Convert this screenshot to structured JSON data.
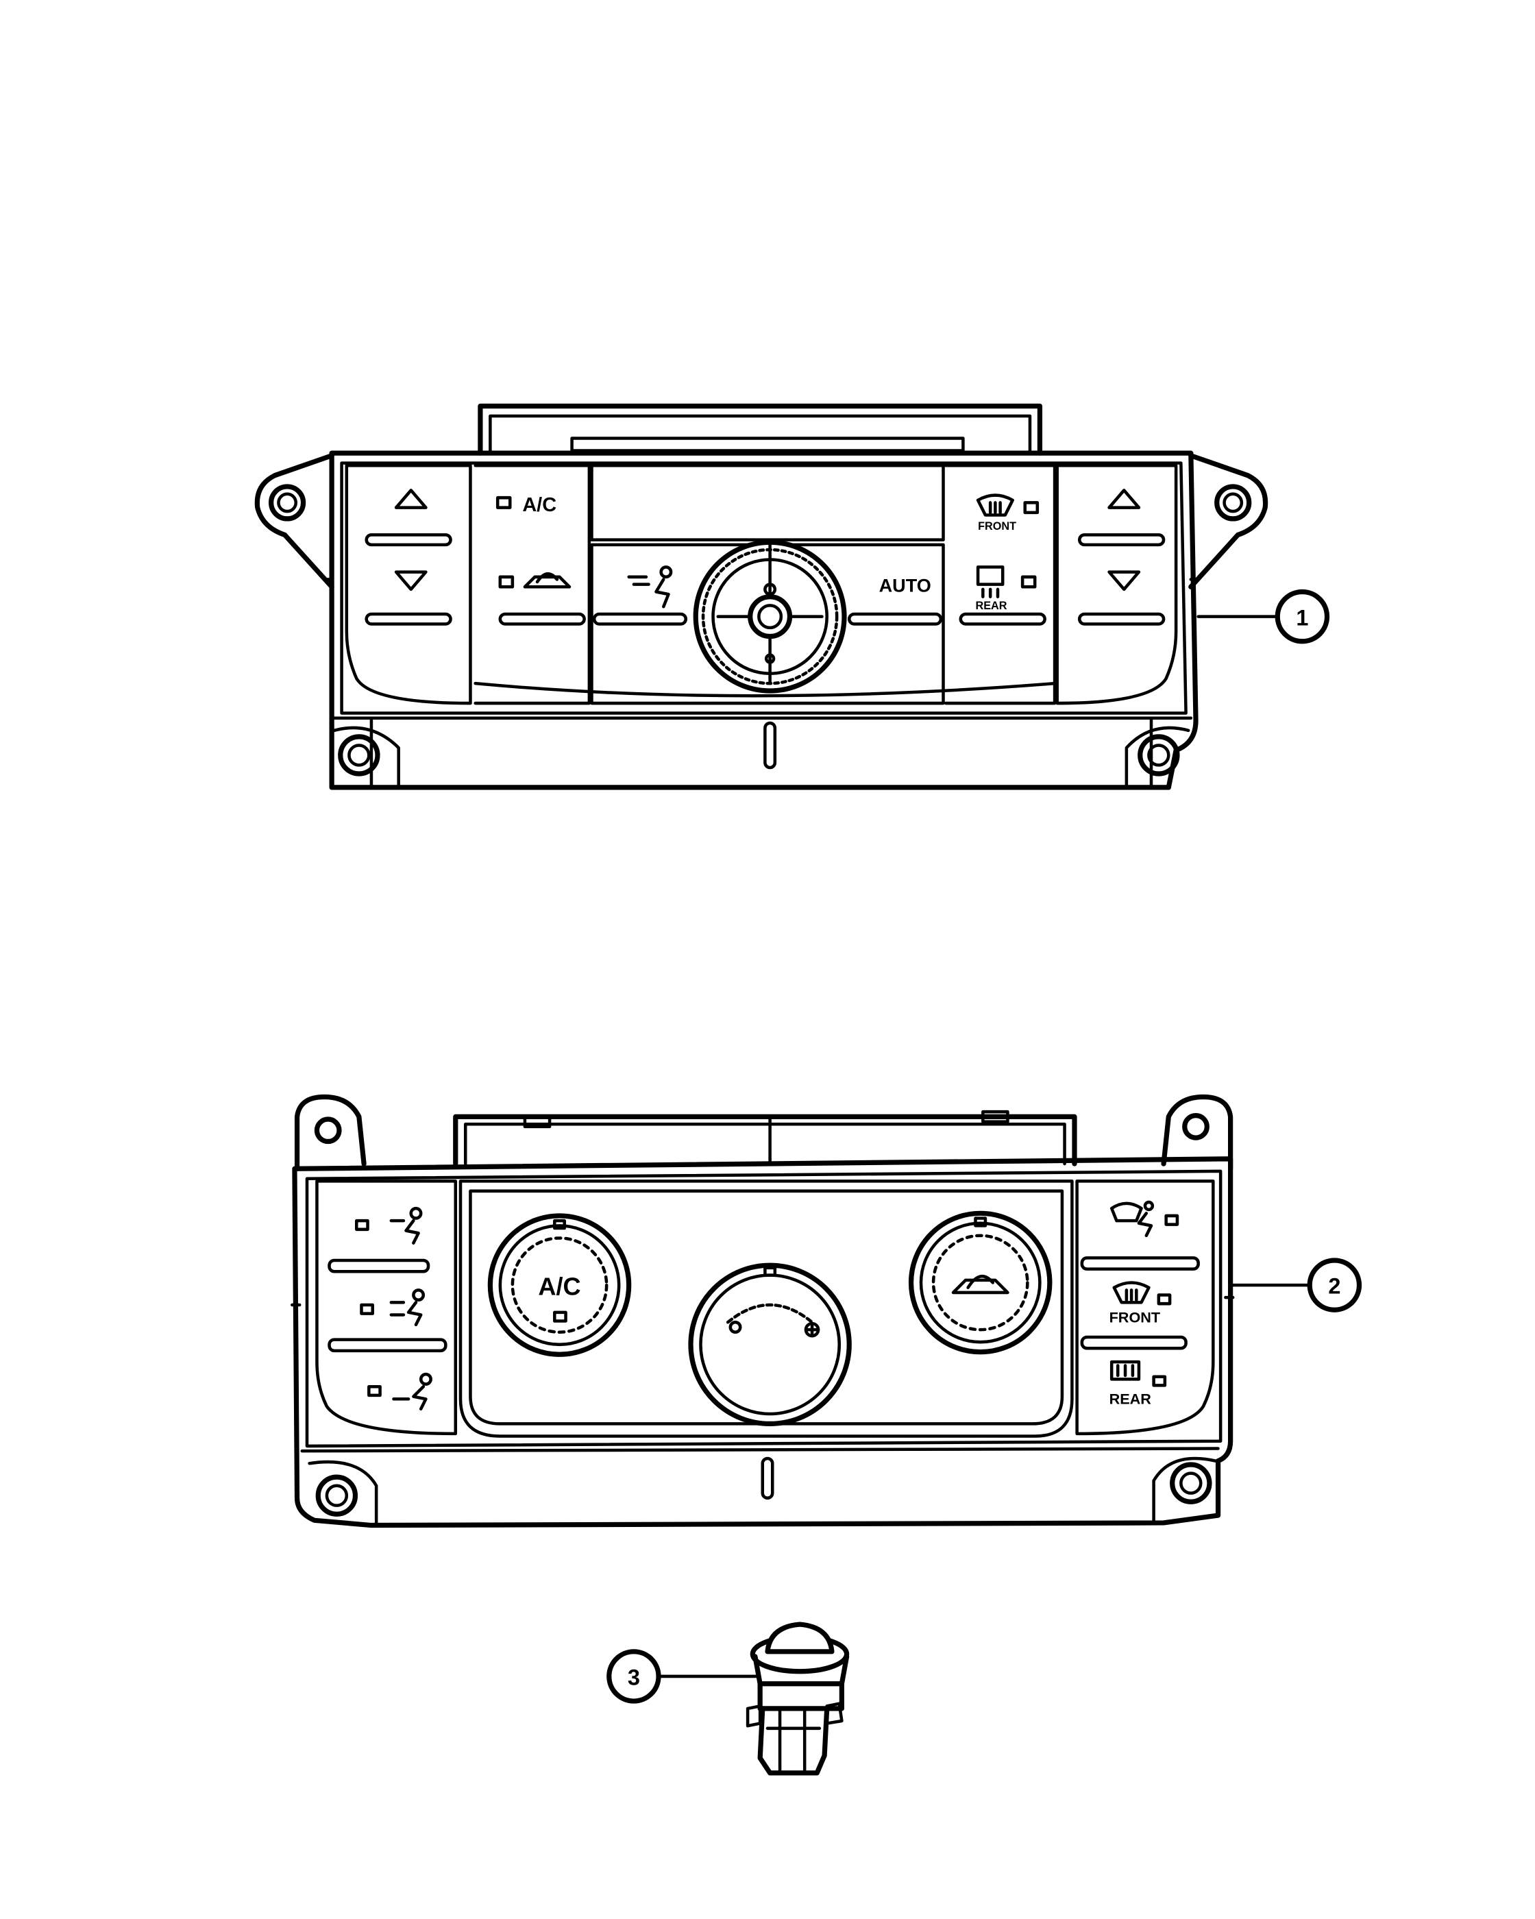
{
  "callouts": [
    {
      "number": "1"
    },
    {
      "number": "2"
    },
    {
      "number": "3"
    }
  ],
  "unit1": {
    "ac_label": "A/C",
    "auto_label": "AUTO",
    "front_label": "FRONT",
    "rear_label": "REAR"
  },
  "unit2": {
    "ac_label": "A/C",
    "front_label": "FRONT",
    "rear_label": "REAR"
  },
  "icons": {
    "up_arrow": "triangle-up-icon",
    "down_arrow": "triangle-down-icon",
    "recirculation": "recirculation-car-icon",
    "mode": "airflow-mode-person-icon",
    "front_defrost": "windshield-defrost-icon",
    "rear_defrost": "rear-window-defrost-icon",
    "fan": "fan-icon"
  }
}
